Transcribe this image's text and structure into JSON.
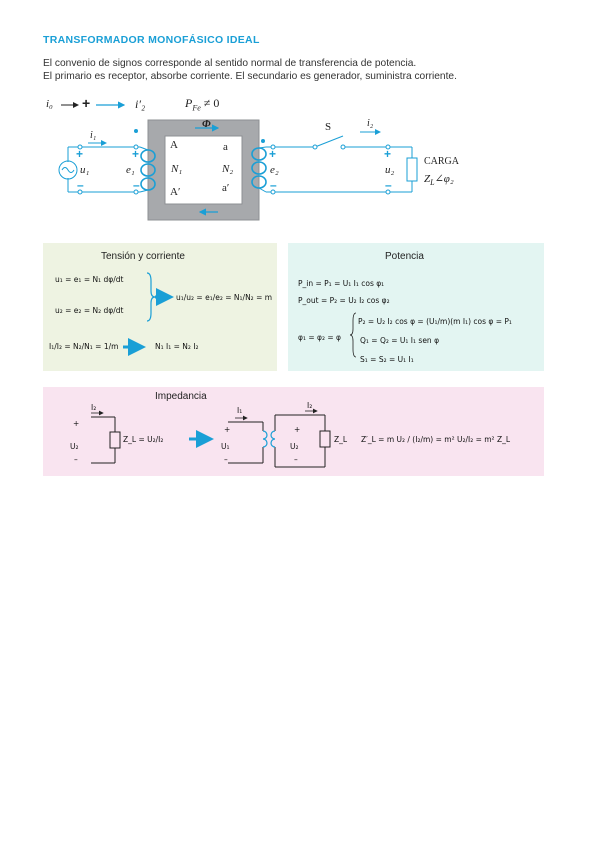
{
  "title": "TRANSFORMADOR MONOFÁSICO IDEAL",
  "intro": {
    "line1": "El convenio de signos corresponde al sentido normal de transferencia de potencia.",
    "line2": "El primario es receptor, absorbe corriente. El secundario es generador, suministra corriente."
  },
  "circuit": {
    "i0": "i₀",
    "plus": "+",
    "i2p": "i′₂",
    "pfe": "P",
    "pfe_sub": "Fe",
    "pfe_rest": "≠ 0",
    "phi": "Φ",
    "i1": "i₁",
    "A": "A",
    "Ap": "A′",
    "N1": "N₁",
    "a": "a",
    "ap": "a′",
    "N2": "N₂",
    "e1": "e₁",
    "e2": "e₂",
    "u1": "u₁",
    "u2": "u₂",
    "S": "S",
    "i2": "i₂",
    "carga": "CARGA",
    "zl": "Z",
    "zl_sub": "L",
    "zl_angle": "∠φ₂",
    "plus_sign": "+",
    "minus_sign": "–"
  },
  "tension": {
    "title": "Tensión y corriente",
    "eq1": "u₁ = e₁ = N₁ dφ/dt",
    "eq2": "u₂ = e₂ = N₂ dφ/dt",
    "eq3": "u₁/u₂ = e₁/e₂ = N₁/N₂ = m",
    "eq4": "I₁/I₂ = N₂/N₁ = 1/m",
    "eq5": "N₁ I₁ = N₂ I₂"
  },
  "potencia": {
    "title": "Potencia",
    "eq1": "P_in = P₁ = U₁ I₁ cos φ₁",
    "eq2": "P_out = P₂ = U₂ I₂ cos φ₂",
    "eq3": "φ₁ = φ₂ = φ",
    "eq4": "P₂ = U₂ I₂ cos φ = (U₁/m)(m I₁) cos φ = P₁",
    "eq5": "Q₁ = Q₂ = U₁ I₁ sen φ",
    "eq6": "S₁ = S₂ = U₁ I₁"
  },
  "impedancia": {
    "title": "Impedancia",
    "i2": "I₂",
    "u2": "U₂",
    "zl_eq": "Z_L = U₂/I₂",
    "i1": "I₁",
    "u1": "U₁",
    "zl": "Z_L",
    "eq": "Z′_L = m U₂ / (I₂/m) = m² U₂/I₂ = m² Z_L",
    "plus": "+",
    "minus": "–"
  },
  "colors": {
    "accent": "#1a9fd6",
    "green_box": "#eef3e2",
    "cyan_box": "#e3f5f2",
    "pink_box": "#f9e4f0",
    "core": "#a7a9ac"
  }
}
